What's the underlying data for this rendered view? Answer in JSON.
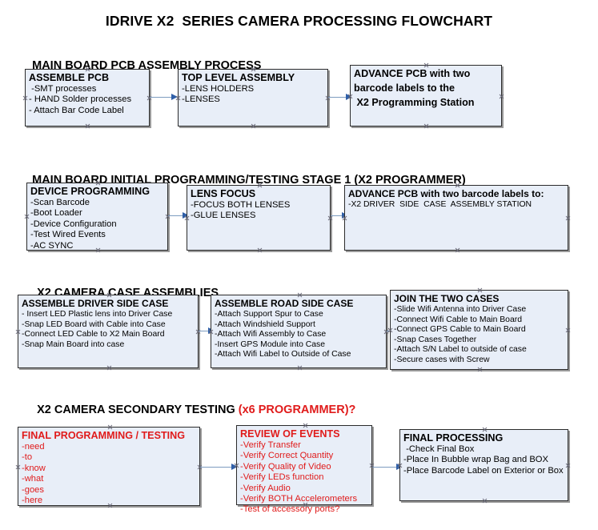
{
  "document": {
    "title": "IDRIVE X2  SERIES CAMERA PROCESSING FLOWCHART"
  },
  "sections": [
    {
      "heading": "MAIN BOARD PCB ASSEMBLY PROCESS",
      "heading_accent": "",
      "boxes": [
        {
          "title": "ASSEMBLE PCB",
          "lines": [
            " -SMT processes",
            "- HAND Solder processes",
            "- Attach Bar Code Label"
          ]
        },
        {
          "title": "TOP LEVEL ASSEMBLY",
          "lines": [
            "-LENS HOLDERS",
            "-LENSES"
          ]
        },
        {
          "title": "ADVANCE PCB with two",
          "lines": [
            "barcode labels to the",
            " X2 Programming Station"
          ],
          "bold_body": true
        }
      ]
    },
    {
      "heading": "MAIN BOARD INITIAL PROGRAMMING/TESTING STAGE 1 (X2 PROGRAMMER)",
      "heading_accent": "",
      "boxes": [
        {
          "title": "DEVICE PROGRAMMING",
          "lines": [
            "-Scan Barcode",
            "-Boot Loader",
            "-Device Configuration",
            "-Test Wired Events",
            "-AC SYNC"
          ]
        },
        {
          "title": "LENS FOCUS",
          "lines": [
            "-FOCUS BOTH LENSES",
            "-GLUE LENSES"
          ]
        },
        {
          "title": "ADVANCE PCB with two barcode labels to:",
          "lines": [
            "-X2 DRIVER  SIDE  CASE  ASSEMBLY STATION"
          ]
        }
      ]
    },
    {
      "heading": "X2 CAMERA CASE ASSEMBLIES",
      "heading_accent": "",
      "boxes": [
        {
          "title": "ASSEMBLE DRIVER SIDE CASE",
          "lines": [
            "- Insert LED Plastic lens into Driver Case",
            "-Snap LED Board with Cable into Case",
            "-Connect LED Cable to X2 Main Board",
            "-Snap Main Board into case"
          ]
        },
        {
          "title": "ASSEMBLE ROAD SIDE CASE",
          "lines": [
            "-Attach Support Spur to Case",
            "-Attach Windshield Support",
            "-Attach Wifi Assembly to Case",
            "-Insert GPS Module into Case",
            "-Attach Wifi Label to Outside of Case"
          ]
        },
        {
          "title": "JOIN THE TWO CASES",
          "lines": [
            "-Slide Wifi Antenna into Driver Case",
            "-Connect Wifi Cable to Main Board",
            "-Connect GPS Cable to Main Board",
            "-Snap Cases Together",
            "-Attach S/N Label to outside of case",
            "-Secure cases with Screw"
          ]
        }
      ]
    },
    {
      "heading": "X2 CAMERA SECONDARY TESTING ",
      "heading_accent": "(x6 PROGRAMMER)?",
      "boxes": [
        {
          "title": "FINAL PROGRAMMING / TESTING",
          "color": "red",
          "lines": [
            "-need",
            "-to",
            "-know",
            "-what",
            "-goes",
            "-here"
          ]
        },
        {
          "title": "REVIEW OF EVENTS",
          "color": "red",
          "lines": [
            "-Verify Transfer",
            "-Verify Correct Quantity",
            "-Verify Quality of Video",
            "-Verify LEDs function",
            "-Verify Audio",
            "-Verify BOTH Accelerometers",
            "-Test of accessory ports?"
          ]
        },
        {
          "title": "FINAL PROCESSING",
          "lines": [
            " -Check Final Box",
            "-Place In Bubble wrap Bag and BOX",
            "-Place Barcode Label on Exterior or Box"
          ]
        }
      ]
    }
  ],
  "colors": {
    "box_fill": "#e8eef8",
    "box_border": "#2b2b2b",
    "connector_line": "#7d9cc0",
    "connector_arrow": "#2f5fa8",
    "accent_red": "#e01b1b",
    "text": "#000000",
    "background": "#ffffff"
  }
}
